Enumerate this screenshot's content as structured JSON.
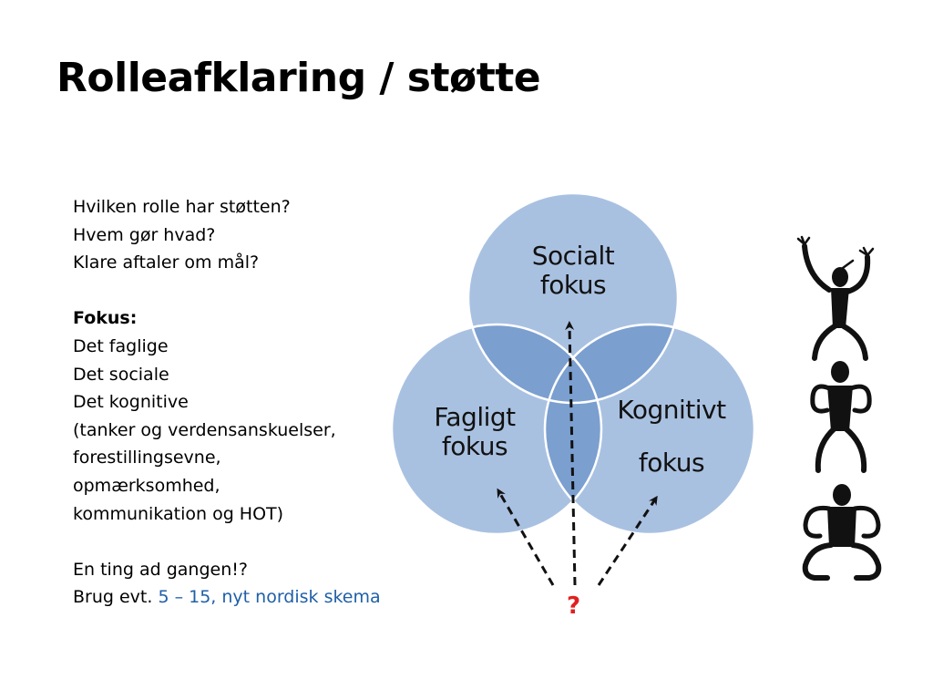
{
  "slide": {
    "title": "Rolleafklaring / støtte"
  },
  "body": {
    "questions": [
      "Hvilken rolle har støtten?",
      "Hvem gør hvad?",
      "Klare aftaler om mål?"
    ],
    "focus_heading": "Fokus:",
    "focus_items": [
      "Det faglige",
      "Det sociale",
      "Det kognitive",
      "(tanker og verdensanskuelser,",
      "forestillingsevne,",
      "opmærksomhed,",
      "kommunikation og HOT)"
    ],
    "closing": "En ting ad gangen!?",
    "tip_prefix": "Brug evt. ",
    "tip_link": "5 – 15, nyt nordisk skema"
  },
  "venn": {
    "social_line1": "Socialt",
    "social_line2": "fokus",
    "faglig_line1": "Fagligt",
    "faglig_line2": "fokus",
    "kognitiv_line1": "Kognitivt",
    "kognitiv_line2": "fokus",
    "question_mark": "?"
  },
  "colors": {
    "circle_fill": "#a9c1e1",
    "circle_overlap": "#7b9fcf",
    "circle_stroke": "#ffffff",
    "link": "#1f5fa8",
    "question_mark": "#e02020"
  },
  "icons": {
    "figure": "acrobat-stack-figure-icon"
  }
}
